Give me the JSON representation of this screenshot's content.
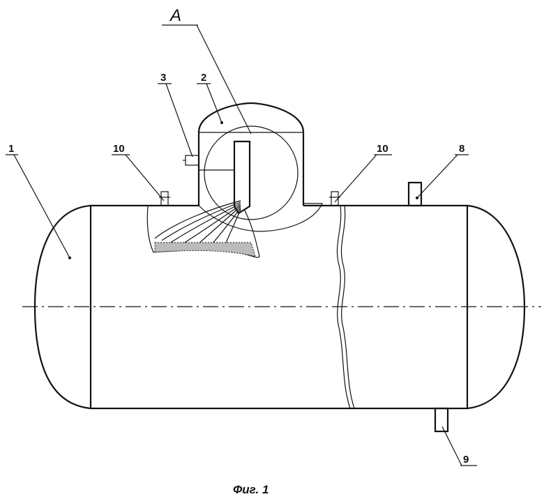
{
  "labels": {
    "view_marker": "А",
    "l1": "1",
    "l2": "2",
    "l3": "3",
    "l8": "8",
    "l9": "9",
    "l10_left": "10",
    "l10_right": "10"
  },
  "caption": "Фиг. 1"
}
